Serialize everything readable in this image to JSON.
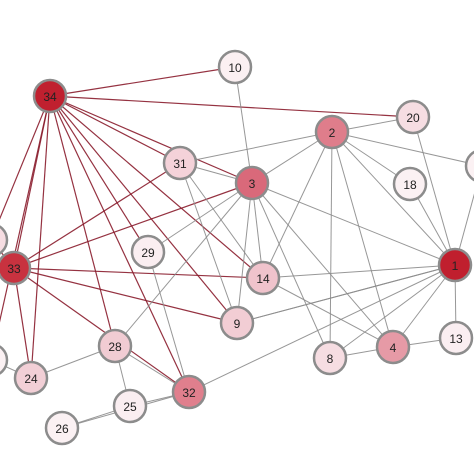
{
  "graph": {
    "nodes": [
      {
        "id": "34",
        "label": "34",
        "shade": "#c0202f"
      },
      {
        "id": "10",
        "label": "10",
        "shade": "#fbf0f2"
      },
      {
        "id": "20",
        "label": "20",
        "shade": "#f6dde2"
      },
      {
        "id": "2",
        "label": "2",
        "shade": "#df7d8b"
      },
      {
        "id": "31",
        "label": "31",
        "shade": "#f4d2d9"
      },
      {
        "id": "3",
        "label": "3",
        "shade": "#d9697a"
      },
      {
        "id": "18",
        "label": "18",
        "shade": "#fbf1f3"
      },
      {
        "id": "29",
        "label": "29",
        "shade": "#faeef1"
      },
      {
        "id": "33",
        "label": "33",
        "shade": "#c8323f"
      },
      {
        "id": "14",
        "label": "14",
        "shade": "#f0c3cc"
      },
      {
        "id": "1",
        "label": "1",
        "shade": "#c01f2e"
      },
      {
        "id": "9",
        "label": "9",
        "shade": "#f2cdd4"
      },
      {
        "id": "28",
        "label": "28",
        "shade": "#f1ccd3"
      },
      {
        "id": "8",
        "label": "8",
        "shade": "#f6dde2"
      },
      {
        "id": "4",
        "label": "4",
        "shade": "#e69aa6"
      },
      {
        "id": "13",
        "label": "13",
        "shade": "#faeef1"
      },
      {
        "id": "24",
        "label": "24",
        "shade": "#f2cfd6"
      },
      {
        "id": "32",
        "label": "32",
        "shade": "#e07f8d"
      },
      {
        "id": "25",
        "label": "25",
        "shade": "#faeef1"
      },
      {
        "id": "26",
        "label": "26",
        "shade": "#fbf1f3"
      },
      {
        "id": "partial_top_right",
        "label": "",
        "shade": "#fbf1f3"
      },
      {
        "id": "partial_left",
        "label": "",
        "shade": "#f6dde2"
      },
      {
        "id": "partial_bottom_left",
        "label": "",
        "shade": "#fbf1f3"
      }
    ],
    "edges": [
      [
        "34",
        "10"
      ],
      [
        "34",
        "20"
      ],
      [
        "34",
        "31"
      ],
      [
        "34",
        "3"
      ],
      [
        "34",
        "33"
      ],
      [
        "34",
        "29"
      ],
      [
        "34",
        "14"
      ],
      [
        "34",
        "9"
      ],
      [
        "34",
        "28"
      ],
      [
        "34",
        "24"
      ],
      [
        "34",
        "32"
      ],
      [
        "34",
        "partial_left"
      ],
      [
        "34",
        "partial_bottom_left"
      ],
      [
        "33",
        "3"
      ],
      [
        "33",
        "9"
      ],
      [
        "33",
        "31"
      ],
      [
        "33",
        "14"
      ],
      [
        "33",
        "24"
      ],
      [
        "33",
        "32"
      ],
      [
        "33",
        "partial_left"
      ],
      [
        "10",
        "3"
      ],
      [
        "2",
        "3"
      ],
      [
        "2",
        "20"
      ],
      [
        "2",
        "18"
      ],
      [
        "2",
        "1"
      ],
      [
        "2",
        "4"
      ],
      [
        "2",
        "14"
      ],
      [
        "2",
        "8"
      ],
      [
        "2",
        "31"
      ],
      [
        "2",
        "partial_top_right"
      ],
      [
        "3",
        "14"
      ],
      [
        "3",
        "9"
      ],
      [
        "3",
        "28"
      ],
      [
        "3",
        "29"
      ],
      [
        "3",
        "1"
      ],
      [
        "3",
        "4"
      ],
      [
        "3",
        "8"
      ],
      [
        "3",
        "31"
      ],
      [
        "31",
        "9"
      ],
      [
        "31",
        "14"
      ],
      [
        "1",
        "20"
      ],
      [
        "1",
        "18"
      ],
      [
        "1",
        "14"
      ],
      [
        "1",
        "9"
      ],
      [
        "1",
        "8"
      ],
      [
        "1",
        "4"
      ],
      [
        "1",
        "13"
      ],
      [
        "1",
        "32"
      ],
      [
        "1",
        "partial_top_right"
      ],
      [
        "4",
        "13"
      ],
      [
        "4",
        "14"
      ],
      [
        "4",
        "8"
      ],
      [
        "28",
        "24"
      ],
      [
        "28",
        "25"
      ],
      [
        "28",
        "32"
      ],
      [
        "24",
        "partial_bottom_left"
      ],
      [
        "25",
        "32"
      ],
      [
        "25",
        "26"
      ],
      [
        "26",
        "32"
      ],
      [
        "29",
        "32"
      ],
      [
        "9",
        "1"
      ]
    ],
    "edge_color_primary": "#8a1c2c",
    "edge_color_secondary": "#8c8c8c"
  }
}
